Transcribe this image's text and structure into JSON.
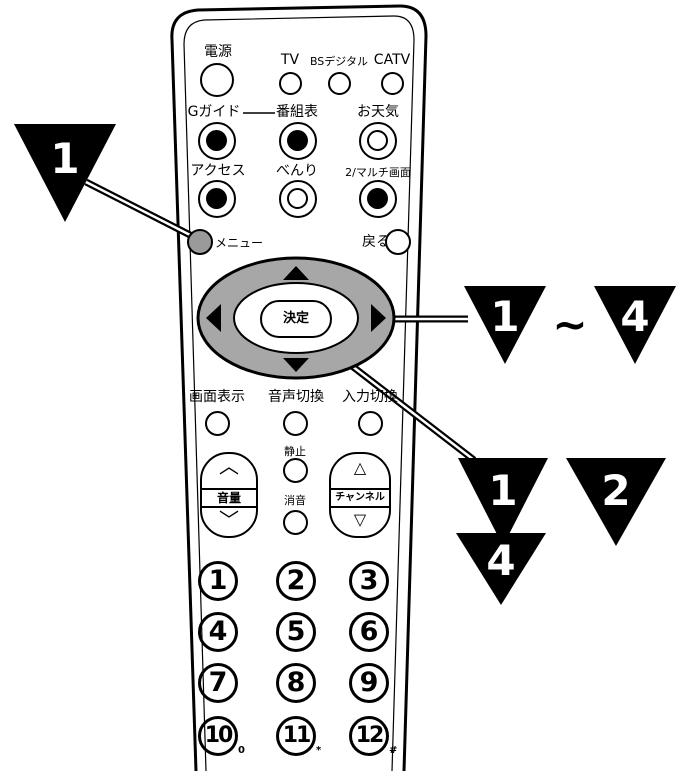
{
  "remote": {
    "power_label": "電源",
    "tv_label": "TV",
    "bs_label": "BSデジタル",
    "catv_label": "CATV",
    "gguide_label": "Gガイド",
    "bangumi_label": "番組表",
    "weather_label": "お天気",
    "access_label": "アクセス",
    "benri_label": "べんり",
    "multi_label": "2/マルチ画面",
    "menu_label": "メニュー",
    "back_label": "戻る",
    "enter_label": "決定",
    "display_label": "画面表示",
    "audio_label": "音声切換",
    "input_label": "入力切換",
    "freeze_label": "静止",
    "mute_label": "消音",
    "volume_label": "音量",
    "channel_label": "チャンネル",
    "numbers": [
      "1",
      "2",
      "3",
      "4",
      "5",
      "6",
      "7",
      "8",
      "9",
      "10",
      "11",
      "12"
    ],
    "num_subs": [
      "0",
      "*",
      "#"
    ]
  },
  "callouts": {
    "menu_step": "1",
    "arrow_step_from": "1",
    "arrow_tilde": "~",
    "arrow_step_to": "4",
    "enter_step_a": "1",
    "enter_step_b": "2",
    "enter_step_c": "4"
  }
}
